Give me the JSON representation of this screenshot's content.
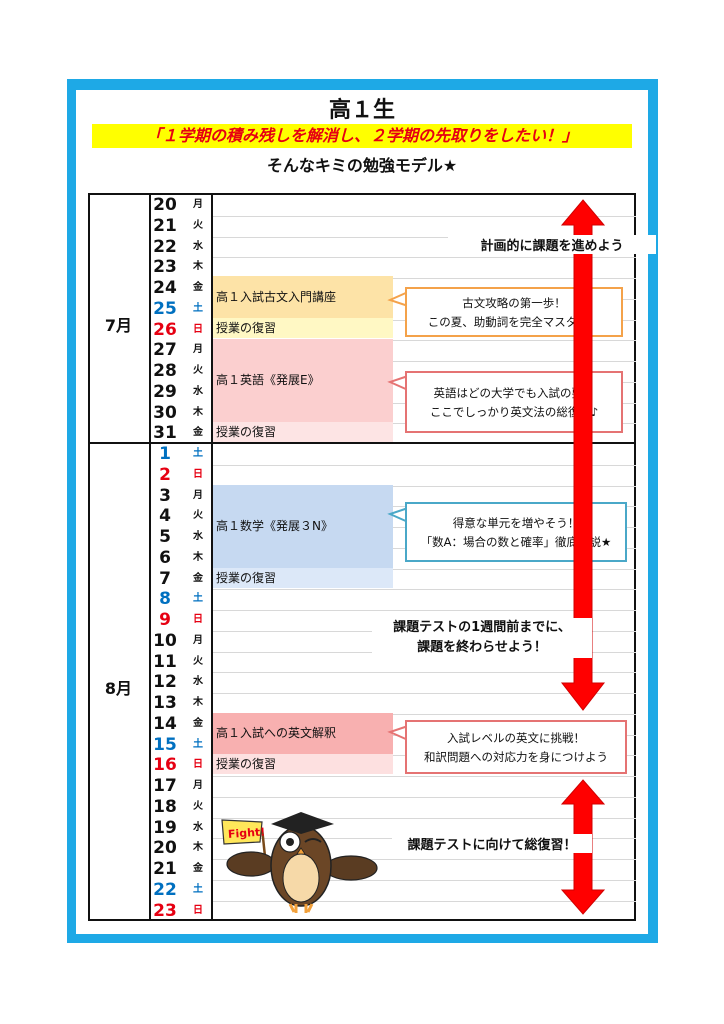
{
  "header": {
    "title": "高１生",
    "subtitle": "「１学期の積み残しを解消し、２学期の先取りをしたい！」",
    "tagline": "そんなキミの勉強モデル★"
  },
  "months": [
    {
      "label": "7月"
    },
    {
      "label": "8月"
    }
  ],
  "days": [
    {
      "n": "20",
      "w": "月"
    },
    {
      "n": "21",
      "w": "火"
    },
    {
      "n": "22",
      "w": "水"
    },
    {
      "n": "23",
      "w": "木"
    },
    {
      "n": "24",
      "w": "金"
    },
    {
      "n": "25",
      "w": "土"
    },
    {
      "n": "26",
      "w": "日"
    },
    {
      "n": "27",
      "w": "月"
    },
    {
      "n": "28",
      "w": "火"
    },
    {
      "n": "29",
      "w": "水"
    },
    {
      "n": "30",
      "w": "木"
    },
    {
      "n": "31",
      "w": "金"
    },
    {
      "n": "1",
      "w": "土"
    },
    {
      "n": "2",
      "w": "日"
    },
    {
      "n": "3",
      "w": "月"
    },
    {
      "n": "4",
      "w": "火"
    },
    {
      "n": "5",
      "w": "水"
    },
    {
      "n": "6",
      "w": "木"
    },
    {
      "n": "7",
      "w": "金"
    },
    {
      "n": "8",
      "w": "土"
    },
    {
      "n": "9",
      "w": "日"
    },
    {
      "n": "10",
      "w": "月"
    },
    {
      "n": "11",
      "w": "火"
    },
    {
      "n": "12",
      "w": "水"
    },
    {
      "n": "13",
      "w": "木"
    },
    {
      "n": "14",
      "w": "金"
    },
    {
      "n": "15",
      "w": "土"
    },
    {
      "n": "16",
      "w": "日"
    },
    {
      "n": "17",
      "w": "月"
    },
    {
      "n": "18",
      "w": "火"
    },
    {
      "n": "19",
      "w": "水"
    },
    {
      "n": "20",
      "w": "木"
    },
    {
      "n": "21",
      "w": "金"
    },
    {
      "n": "22",
      "w": "土"
    },
    {
      "n": "23",
      "w": "日"
    }
  ],
  "blocks": {
    "kobun": "高１入試古文入門講座",
    "english": "高１英語《発展E》",
    "math": "高１数学《発展３N》",
    "eibun": "高１入試への英文解釈",
    "review": "授業の復習"
  },
  "bubbles": {
    "kobun": [
      "古文攻略の第一歩！",
      "この夏、助動詞を完全マスター！"
    ],
    "english": [
      "英語はどの大学でも入試の要！",
      "ここでしっかり英文法の総復習♪"
    ],
    "math": [
      "得意な単元を増やそう！",
      "「数A：場合の数と確率」徹底解説★"
    ],
    "eibun": [
      "入試レベルの英文に挑戦！",
      "和訳問題への対応力を身につけよう"
    ]
  },
  "arrows": {
    "top_text": "計画的に課題を進めよう",
    "middle_text": [
      "課題テストの1週間前までに、",
      "課題を終わらせよう！"
    ],
    "bottom_text": "課題テストに向けて総復習！"
  },
  "mascot": {
    "flag_text": "Fight!"
  },
  "colors": {
    "frame": "#1ea9e6",
    "sunday": "#e60012",
    "saturday": "#0070c0",
    "kobun_fill": "#fde3a7",
    "kobun_review": "#fff8c4",
    "english_fill": "#fbcfcf",
    "english_review": "#fde4e4",
    "math_fill": "#c6d9f1",
    "math_review": "#dce8f8",
    "eibun_fill": "#f8b0b0",
    "eibun_review": "#fde0e0",
    "arrow": "#ff0000"
  }
}
